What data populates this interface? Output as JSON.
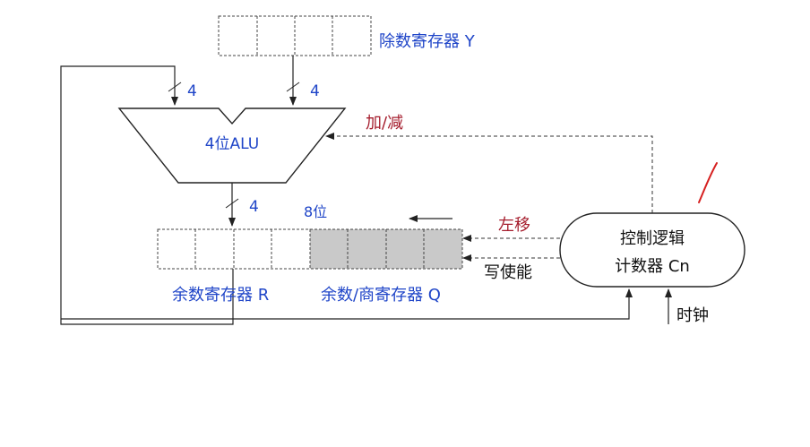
{
  "labels": {
    "divisor_register": "除数寄存器 Y",
    "width_4_left": "4",
    "width_4_right": "4",
    "alu": "4位ALU",
    "add_sub": "加/减",
    "width_4_out": "4",
    "eight_bit": "8位",
    "shift_left": "左移",
    "write_enable": "写使能",
    "control_line1": "控制逻辑",
    "control_line2": "计数器 Cn",
    "clock": "时钟",
    "remainder_register": "余数寄存器 R",
    "quotient_register": "余数/商寄存器 Q"
  },
  "colors": {
    "blue_label": "#1f45c8",
    "red_label": "#a51d2d",
    "stroke": "#222222",
    "shaded_cell": "#c9c9c9",
    "annotation": "#d62020"
  }
}
